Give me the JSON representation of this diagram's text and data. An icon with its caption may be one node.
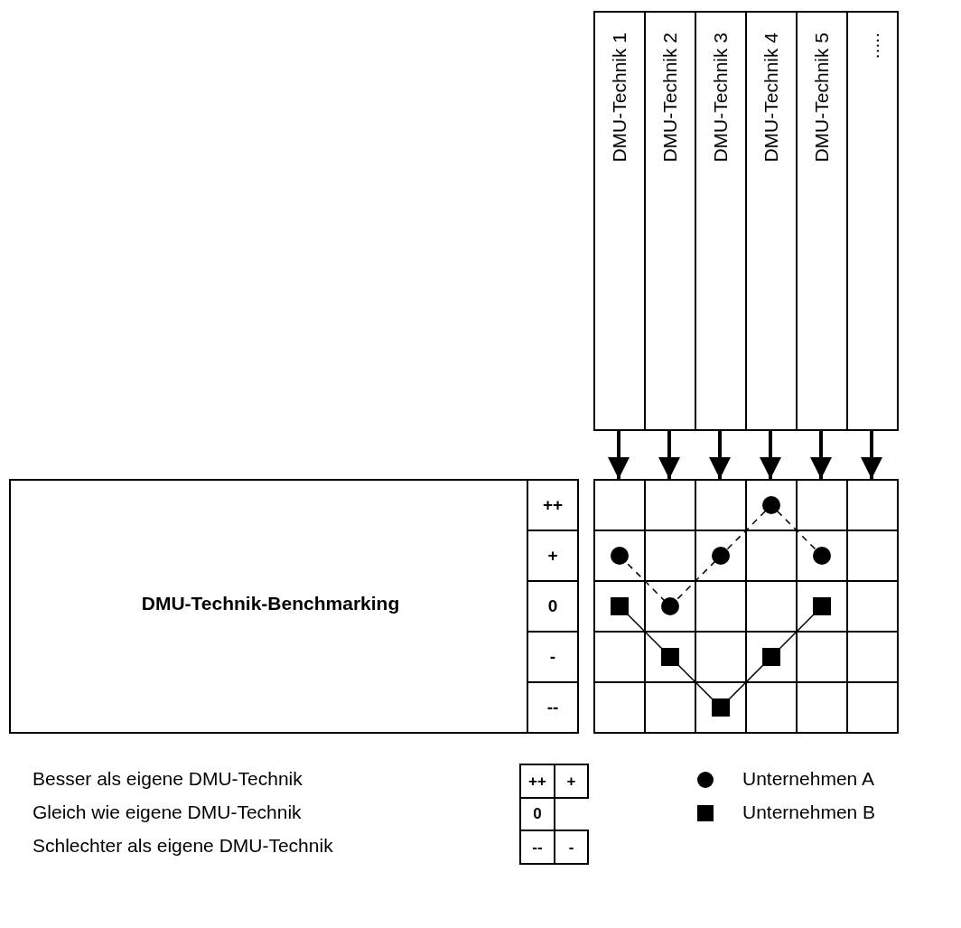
{
  "diagram": {
    "nodes": [
      {
        "text": [
          "DMU-Technik 1"
        ]
      },
      {
        "text": [
          "DMU-Technik 2"
        ]
      },
      {
        "text": [
          "DMU-Technik 3"
        ]
      },
      {
        "text": [
          "DMU-Technik 4"
        ]
      },
      {
        "text": [
          "DMU-Technik 5"
        ]
      },
      {
        "text": [
          "....."
        ]
      },
      {
        "text": [
          "DMU-Technik-Benchmarking",
          "++",
          "+",
          "0",
          "-",
          "--"
        ]
      },
      {
        "text": [],
        "shape": "box"
      }
    ],
    "edges": [
      {
        "from": 0,
        "to": 7,
        "arrow": "to"
      },
      {
        "from": 1,
        "to": 7,
        "arrow": "to"
      },
      {
        "from": 2,
        "to": 7,
        "arrow": "to"
      },
      {
        "from": 3,
        "to": 7,
        "arrow": "to"
      },
      {
        "from": 4,
        "to": 7,
        "arrow": "to"
      },
      {
        "from": 5,
        "to": 7,
        "arrow": "to"
      }
    ],
    "labels": [
      "Besser als eigene DMU-Technik",
      "++",
      "+",
      "Gleich wie eigene DMU-Technik",
      "0",
      "Schlechter als eigene DMU-Technik",
      "--",
      "-"
    ],
    "legend": [
      {
        "text": "Unternehmen A"
      },
      {
        "text": "Unternehmen B"
      }
    ]
  }
}
